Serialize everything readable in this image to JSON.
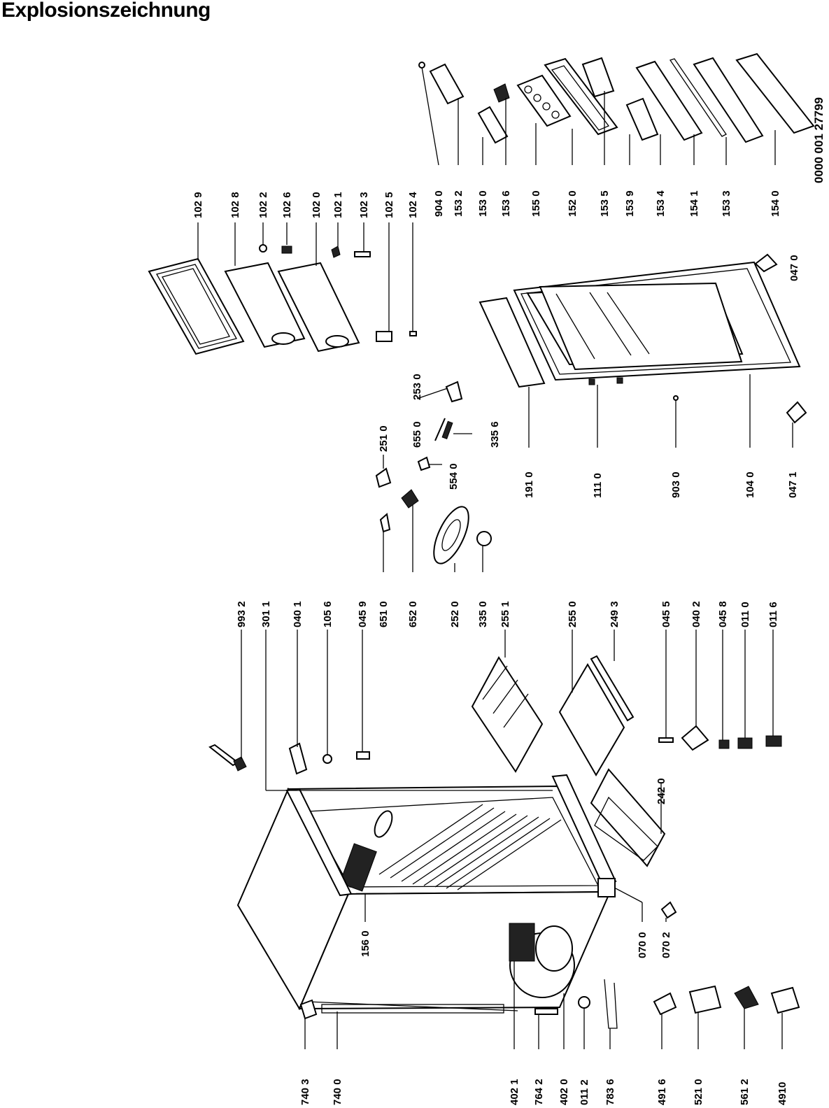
{
  "title": "Explosionszeichnung",
  "document_number": "0000 001 27799",
  "part_labels": [
    "102 9",
    "102 8",
    "102 2",
    "102 6",
    "102 0",
    "102 1",
    "102 3",
    "102 5",
    "102 4",
    "904 0",
    "153 2",
    "153 0",
    "153 6",
    "155 0",
    "152 0",
    "153 5",
    "153 9",
    "153 4",
    "154 1",
    "153 3",
    "154 0",
    "047 0",
    "253 0",
    "251 0",
    "655 0",
    "335 6",
    "554 0",
    "191 0",
    "111 0",
    "903 0",
    "104 0",
    "047 1",
    "651 0",
    "652 0",
    "252 0",
    "335 0",
    "993 2",
    "301 1",
    "040 1",
    "105 6",
    "045 9",
    "255 1",
    "255 0",
    "249 3",
    "045 5",
    "040 2",
    "045 8",
    "011 0",
    "011 6",
    "242 0",
    "070 0",
    "070 2",
    "156 0",
    "740 3",
    "740 0",
    "402 1",
    "764 2",
    "402 0",
    "011 2",
    "783 6",
    "491 6",
    "521 0",
    "561 2",
    "4910"
  ]
}
